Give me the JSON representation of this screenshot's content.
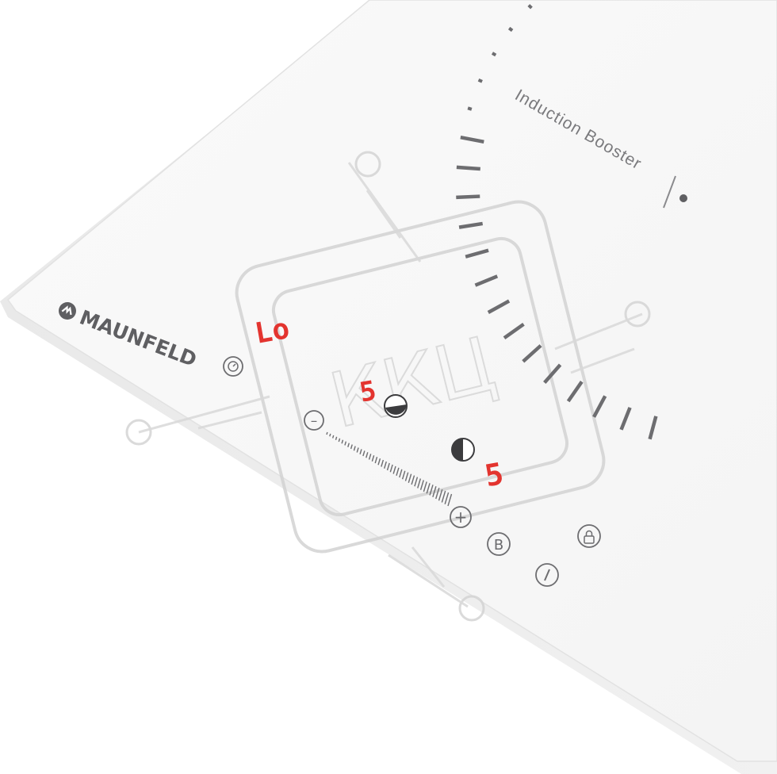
{
  "brand": {
    "name": "MAUNFELD"
  },
  "zone": {
    "label": "Induction Booster"
  },
  "displays": {
    "top": "Lo",
    "mid": "5",
    "right": "5"
  },
  "controls": {
    "minus": "–",
    "plus": "+",
    "booster": "B"
  },
  "watermark": {
    "text": "ККЦ"
  },
  "colors": {
    "background": "#ffffff",
    "glass": "#f7f7f7",
    "markings": "#6d6d70",
    "led": "#e3342f"
  }
}
